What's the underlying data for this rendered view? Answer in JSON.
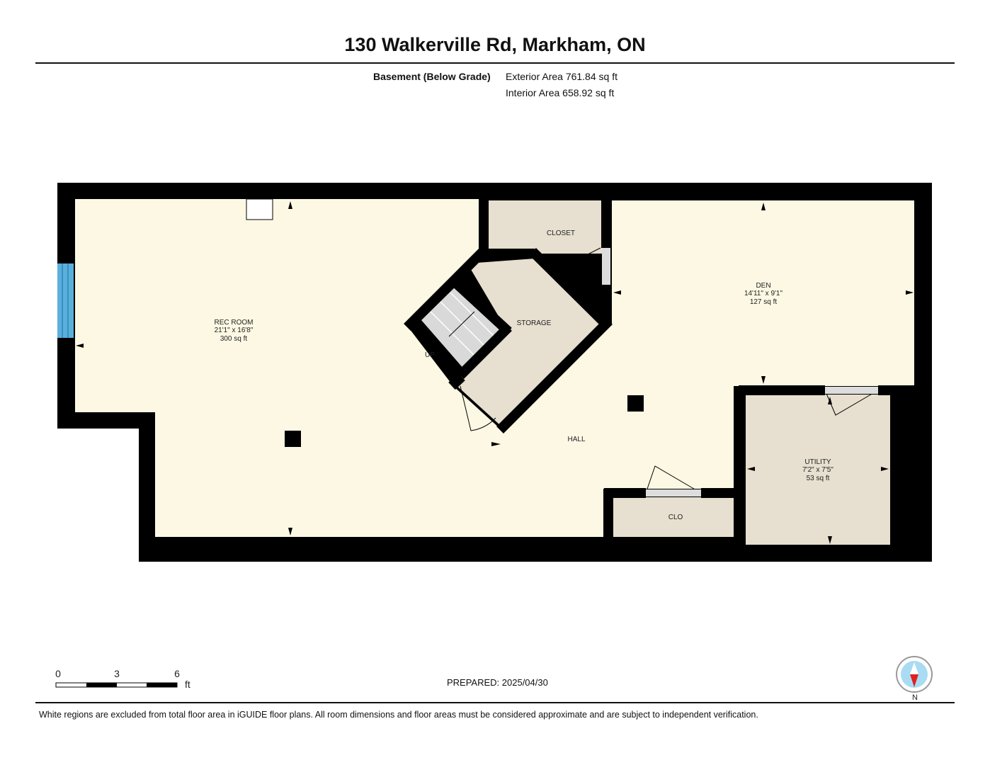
{
  "title": "130 Walkerville Rd, Markham, ON",
  "level": "Basement (Below Grade)",
  "exterior_area": "Exterior Area 761.84 sq ft",
  "interior_area": "Interior Area 658.92 sq ft",
  "rooms": {
    "rec": {
      "name": "REC ROOM",
      "dims": "21'1\" x 16'8\"",
      "area": "300 sq ft"
    },
    "den": {
      "name": "DEN",
      "dims": "14'11\" x 9'1\"",
      "area": "127 sq ft"
    },
    "utility": {
      "name": "UTILITY",
      "dims": "7'2\" x 7'5\"",
      "area": "53 sq ft"
    },
    "closet": {
      "name": "CLOSET"
    },
    "storage": {
      "name": "STORAGE"
    },
    "hall": {
      "name": "HALL"
    },
    "clo": {
      "name": "CLO"
    },
    "stairs": {
      "name": "UP"
    }
  },
  "scale": {
    "ticks": [
      "0",
      "3",
      "6"
    ],
    "unit": "ft"
  },
  "prepared": "PREPARED: 2025/04/30",
  "compass": "N",
  "disclaimer": "White regions are excluded from total floor area in iGUIDE floor plans. All room dimensions and floor areas must be considered approximate and are subject to independent verification.",
  "colors": {
    "floor": "#fdf8e4",
    "room_beige": "#e7dfcf",
    "wall": "#000000",
    "window": "#5ab0dd",
    "stairs": "#d9d9d9"
  }
}
